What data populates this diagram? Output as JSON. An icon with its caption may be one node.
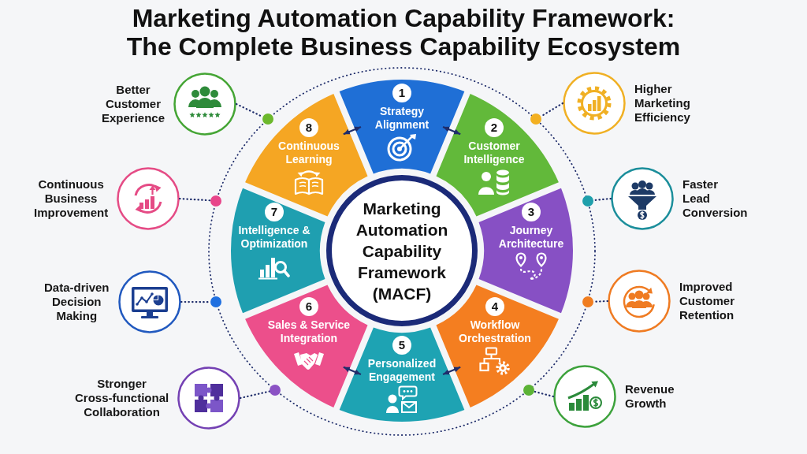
{
  "diagram": {
    "title": "Marketing Automation Capability Framework: The Complete Business Capability Ecosystem",
    "nodes": [
      {
        "text": [
          "Marketing Automation Capability Framework (MACF)"
        ]
      },
      {
        "text": [
          "1",
          "Strategy Alignment"
        ]
      },
      {
        "text": [
          "2",
          "Customer Intelligence"
        ]
      },
      {
        "text": [
          "3",
          "Journey Architecture"
        ]
      },
      {
        "text": [
          "4",
          "Workflow Orchestration"
        ]
      },
      {
        "text": [
          "5",
          "Personalized Engagement"
        ]
      },
      {
        "text": [
          "6",
          "Sales & Service Integration"
        ]
      },
      {
        "text": [
          "7",
          "Intelligence & Optimization"
        ]
      },
      {
        "text": [
          "8",
          "Continuous Learning"
        ]
      },
      {
        "text": [
          "Better Customer Experience"
        ]
      },
      {
        "text": [
          "Continuous Business Improvement"
        ]
      },
      {
        "text": [
          "Data-driven Decision Making"
        ]
      },
      {
        "text": [
          "Stronger Cross-functional Collaboration"
        ]
      },
      {
        "text": [
          "Higher Marketing Efficiency"
        ]
      },
      {
        "text": [
          "Faster Lead Conversion"
        ]
      },
      {
        "text": [
          "Improved Customer Retention"
        ]
      },
      {
        "text": [
          "Revenue Growth"
        ]
      },
      {
        "text": [],
        "shape": "circle"
      },
      {
        "text": [],
        "shape": "circle"
      },
      {
        "text": [],
        "shape": "circle"
      },
      {
        "text": [],
        "shape": "circle"
      },
      {
        "text": [],
        "shape": "circle"
      },
      {
        "text": [],
        "shape": "circle"
      },
      {
        "text": [],
        "shape": "circle"
      },
      {
        "text": [],
        "shape": "circle"
      }
    ],
    "edges": [
      {
        "from": 8,
        "to": 1,
        "arrow": "both"
      },
      {
        "from": 1,
        "to": 2,
        "arrow": "both"
      },
      {
        "from": 6,
        "to": 5,
        "arrow": "both"
      },
      {
        "from": 5,
        "to": 4,
        "arrow": "both"
      },
      {
        "from": 9,
        "to": 17,
        "arrow": "none",
        "style": "dashed"
      },
      {
        "from": 10,
        "to": 18,
        "arrow": "none",
        "style": "dashed"
      },
      {
        "from": 11,
        "to": 19,
        "arrow": "none",
        "style": "dashed"
      },
      {
        "from": 12,
        "to": 20,
        "arrow": "none",
        "style": "dashed"
      },
      {
        "from": 13,
        "to": 21,
        "arrow": "none",
        "style": "dashed"
      },
      {
        "from": 14,
        "to": 22,
        "arrow": "none",
        "style": "dashed"
      },
      {
        "from": 15,
        "to": 23,
        "arrow": "none",
        "style": "dashed"
      },
      {
        "from": 16,
        "to": 24,
        "arrow": "none",
        "style": "dashed"
      }
    ]
  }
}
